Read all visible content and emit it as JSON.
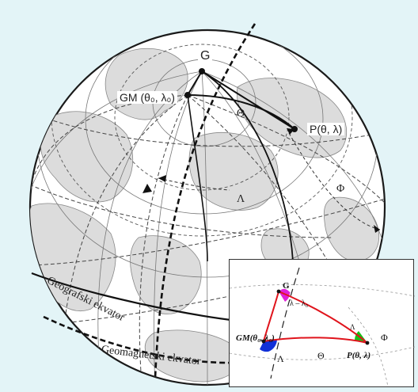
{
  "globe": {
    "pole_label": "G",
    "gm_label": "GM (θ₀, λ₀)",
    "point_label": "P(θ, λ)",
    "theta_label": "Θ",
    "lambda_label": "Λ",
    "phi_label": "Φ",
    "geographic_equator": "Geografski ekvator",
    "geomagnetic_equator": "Geomagnetski ekvator"
  },
  "inset": {
    "pole_label": "G",
    "lambda_diff_label": "λ – λ₀",
    "gm_label": "GM(θ₀, λ₀)",
    "big_lambda_label": "Λ",
    "theta_label": "Θ",
    "point_label": "P(θ, λ)",
    "small_lambda_label": "Λ",
    "phi_label": "Φ"
  },
  "colors": {
    "background": "#e3f4f7",
    "triangle_edge": "#e0141c",
    "angle_pole": "#e020d8",
    "angle_gm": "#1030d8",
    "angle_point": "#18c018"
  }
}
